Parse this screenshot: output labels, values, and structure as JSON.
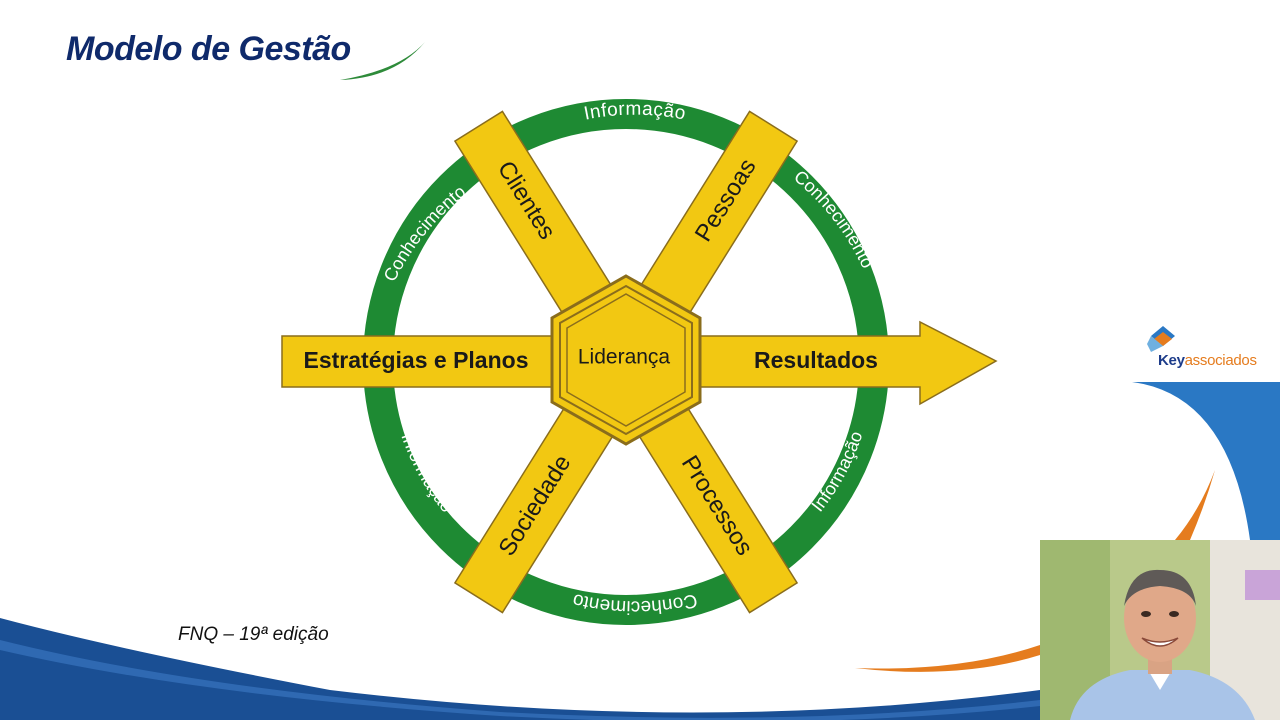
{
  "slide": {
    "title": "Modelo de Gestão",
    "source": "FNQ – 19ª edição"
  },
  "diagram": {
    "center": "Liderança",
    "left_arrow": "Estratégias e Planos",
    "right_arrow": "Resultados",
    "spokes": {
      "top_left": "Clientes",
      "top_right": "Pessoas",
      "bottom_left": "Sociedade",
      "bottom_right": "Processos"
    },
    "ring": {
      "top": "Informação",
      "upper_left": "Conhecimento",
      "upper_right": "Conhecimento",
      "lower_left": "Informação",
      "lower_right": "Informação",
      "bottom": "Conhecimento"
    },
    "colors": {
      "ring": "#1e8a33",
      "bar": "#f2c812",
      "outline": "#8a6d1c",
      "text": "#1a1a1a"
    }
  },
  "logo": {
    "brand": "Key",
    "suffix": "associados"
  },
  "theme": {
    "title_color": "#0f2a6b",
    "wave_blue": "#1a4f94",
    "accent_orange": "#e57c1e"
  },
  "webcam": {
    "icon": "presenter-video-icon"
  }
}
